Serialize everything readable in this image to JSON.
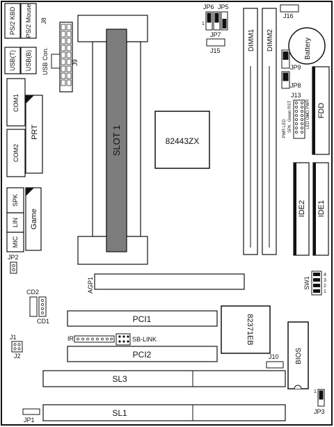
{
  "labels": {
    "ps2_kbd": "PS/2 KBD",
    "ps2_mouse": "PS/2 Mouse",
    "j8": "J8",
    "usb_t": "USB(T)",
    "usb_b": "USB(B)",
    "usb_con": "USB Con.",
    "j9": "J9",
    "com1": "COM1",
    "prt": "PRT",
    "com2": "COM2",
    "spk": "SPK",
    "lin": "LIN",
    "mic": "MIC",
    "game": "Game",
    "jp2": "JP2",
    "jp6": "JP6",
    "jp5": "JP5",
    "jp7": "JP7",
    "jp7_pin": "1",
    "j15": "J15",
    "j16": "J16",
    "slot1": "SLOT 1",
    "chip_82443": "82443ZX",
    "dimm1": "DIMM1",
    "dimm2": "DIMM2",
    "battery": "Battery",
    "jp9": "JP9",
    "jp8": "JP8",
    "j13": "J13",
    "pwr_led": "PWR LED",
    "green_rst": "Green RST",
    "hd_pwr": "HD PWR",
    "spk_small": "SPK",
    "led_on": "LED On",
    "fdd": "FDD",
    "ide2": "IDE2",
    "ide1": "IDE1",
    "agp1": "AGP1",
    "sw1": "SW1",
    "sw_4": "4",
    "sw_3": "3",
    "sw_2": "2",
    "sw_1": "1",
    "cd2": "CD2",
    "cd1": "CD1",
    "pci1": "PCI1",
    "chip_82371": "82371EB",
    "ir": "IR",
    "sb_link": "SB-LINK",
    "j1": "J1",
    "j2": "J2",
    "pci2": "PCI2",
    "j10": "J10",
    "bios": "BIOS",
    "sl3": "SL3",
    "sl1": "SL1",
    "jp1": "JP1",
    "jp3": "JP3",
    "jp3_pin": "1"
  }
}
